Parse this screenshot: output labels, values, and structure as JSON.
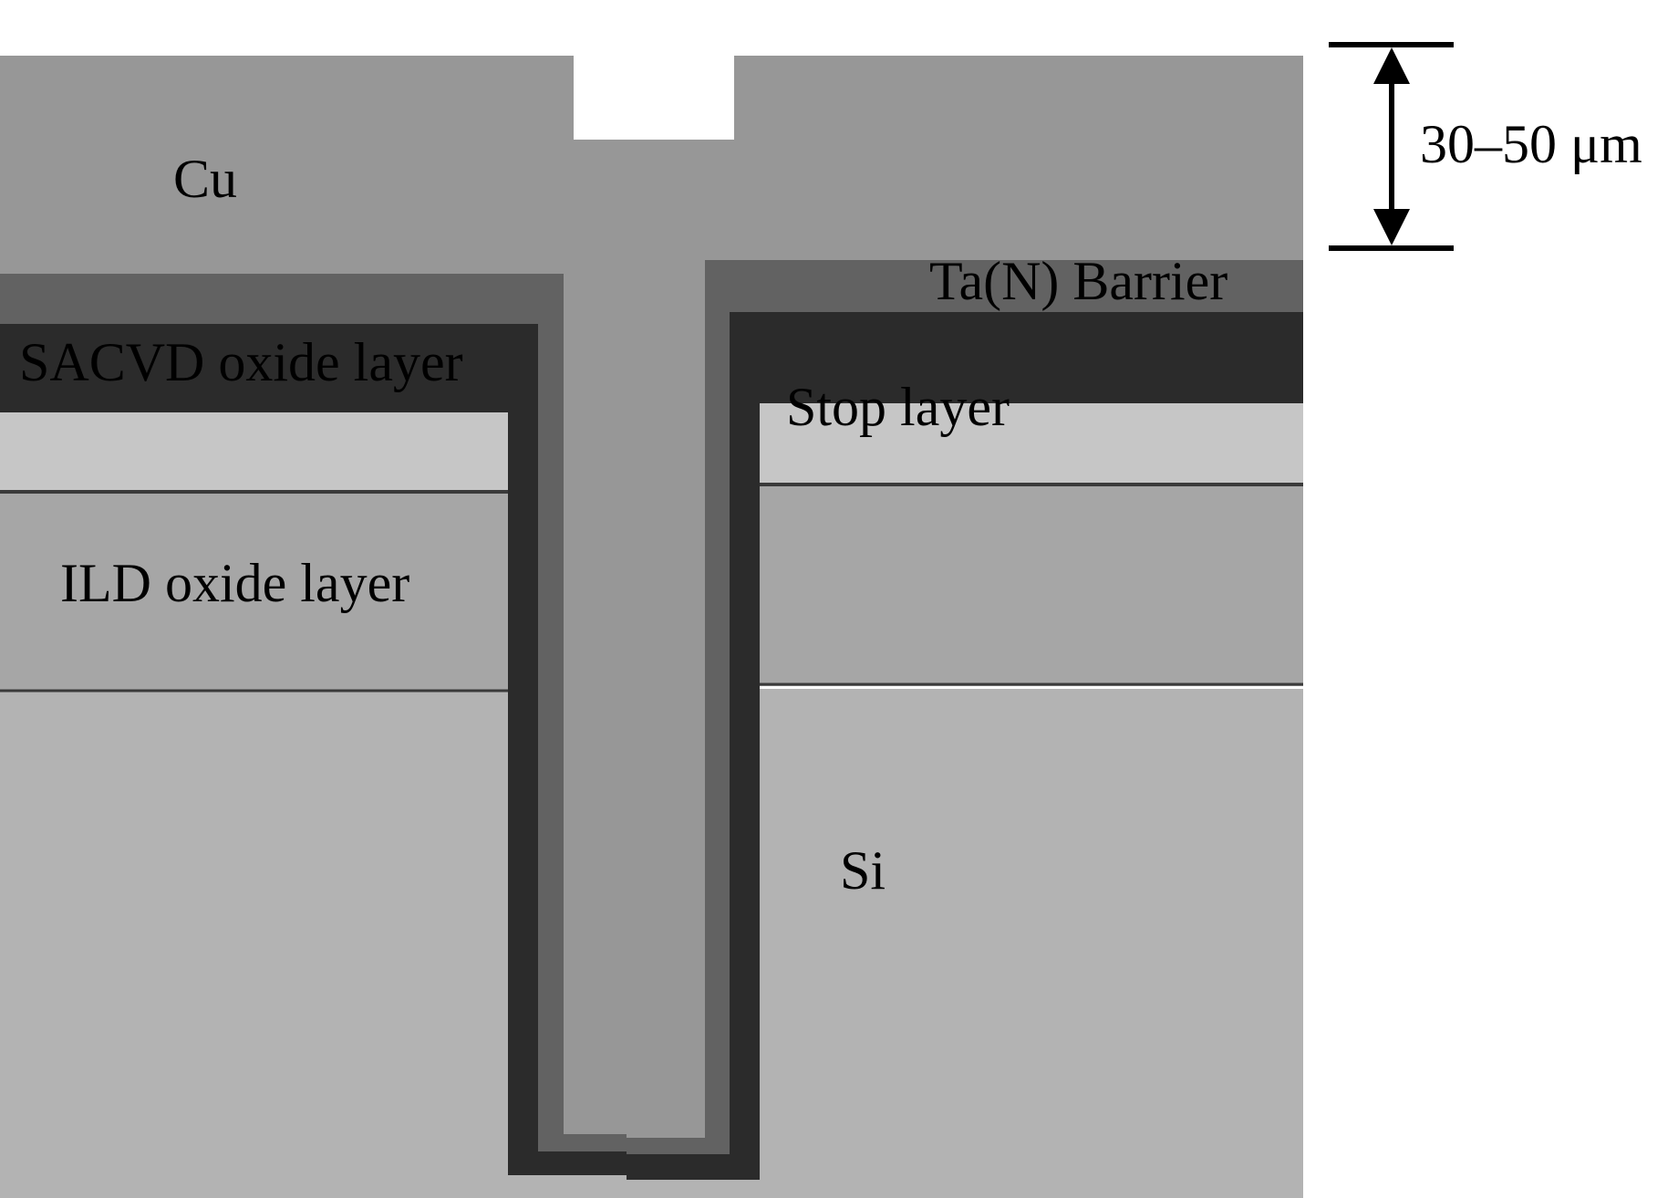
{
  "labels": {
    "cu": "Cu",
    "barrier": "Ta(N) Barrier",
    "sacvd": "SACVD oxide layer",
    "stop": "Stop layer",
    "ild": "ILD oxide layer",
    "si": "Si"
  },
  "scale_bar": {
    "text": "30–50 μm"
  },
  "colors": {
    "cu": "#979797",
    "barrier": "#626262",
    "sacvd": "#2b2b2b",
    "stop": "#c6c6c6",
    "ild": "#a6a6a6",
    "si": "#b3b3b3"
  }
}
